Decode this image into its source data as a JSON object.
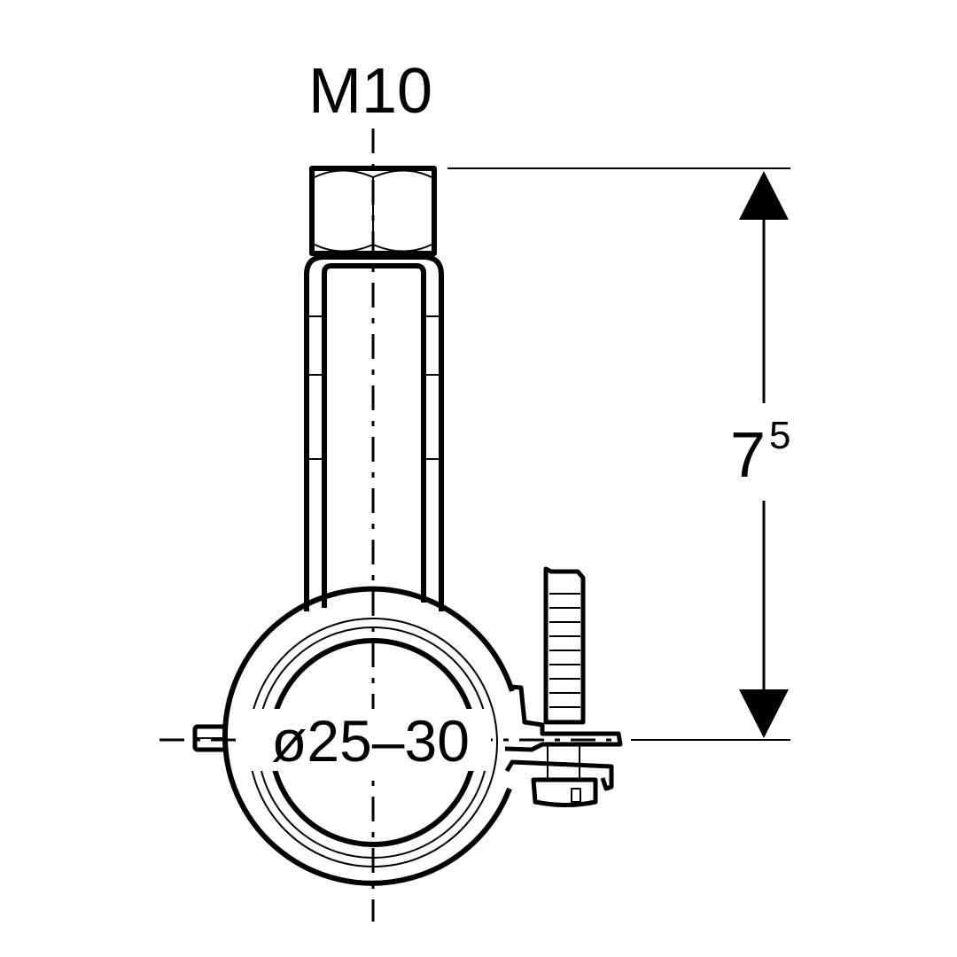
{
  "drawing": {
    "thread_label": "M10",
    "diameter_label": "ø25–30",
    "height_dimension": {
      "base": "7",
      "superscript": "5"
    }
  },
  "colors": {
    "line": "#000000",
    "background": "#ffffff"
  }
}
